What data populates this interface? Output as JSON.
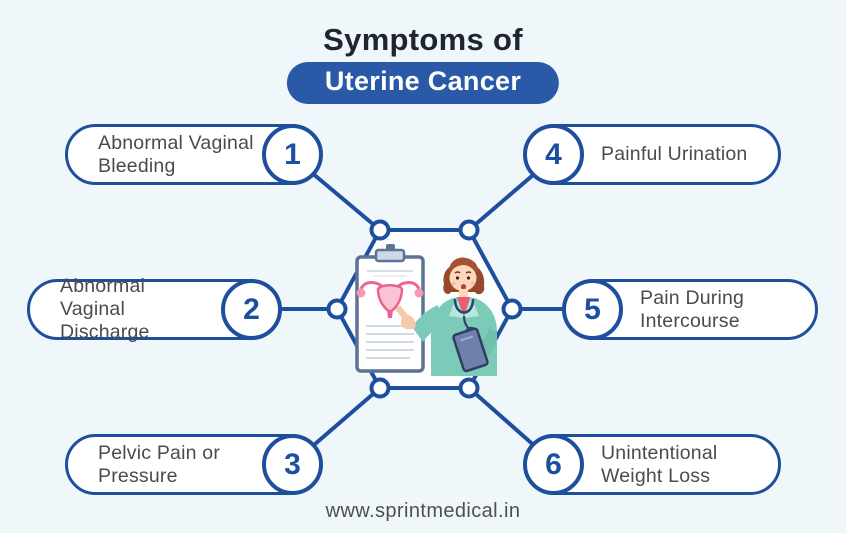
{
  "header": {
    "title": "Symptoms of",
    "highlight": "Uterine Cancer"
  },
  "symptoms": [
    {
      "number": "1",
      "label": "Abnormal Vaginal Bleeding",
      "side": "left"
    },
    {
      "number": "2",
      "label": "Abnormal Vaginal Discharge",
      "side": "left"
    },
    {
      "number": "3",
      "label": "Pelvic Pain or Pressure",
      "side": "left"
    },
    {
      "number": "4",
      "label": "Painful Urination",
      "side": "right"
    },
    {
      "number": "5",
      "label": "Pain During Intercourse",
      "side": "right"
    },
    {
      "number": "6",
      "label": "Unintentional Weight Loss",
      "side": "right"
    }
  ],
  "center": {
    "illustration": "doctor-pointing-at-uterus-diagram-on-clipboard"
  },
  "footer": {
    "website": "www.sprintmedical.in"
  },
  "colors": {
    "background": "#eff7fa",
    "stroke_blue": "#1e4f9d",
    "badge_blue": "#2a5aa7",
    "number_blue": "#1c4fa0",
    "title_dark": "#20242c",
    "label_gray": "#4b4b4b"
  }
}
